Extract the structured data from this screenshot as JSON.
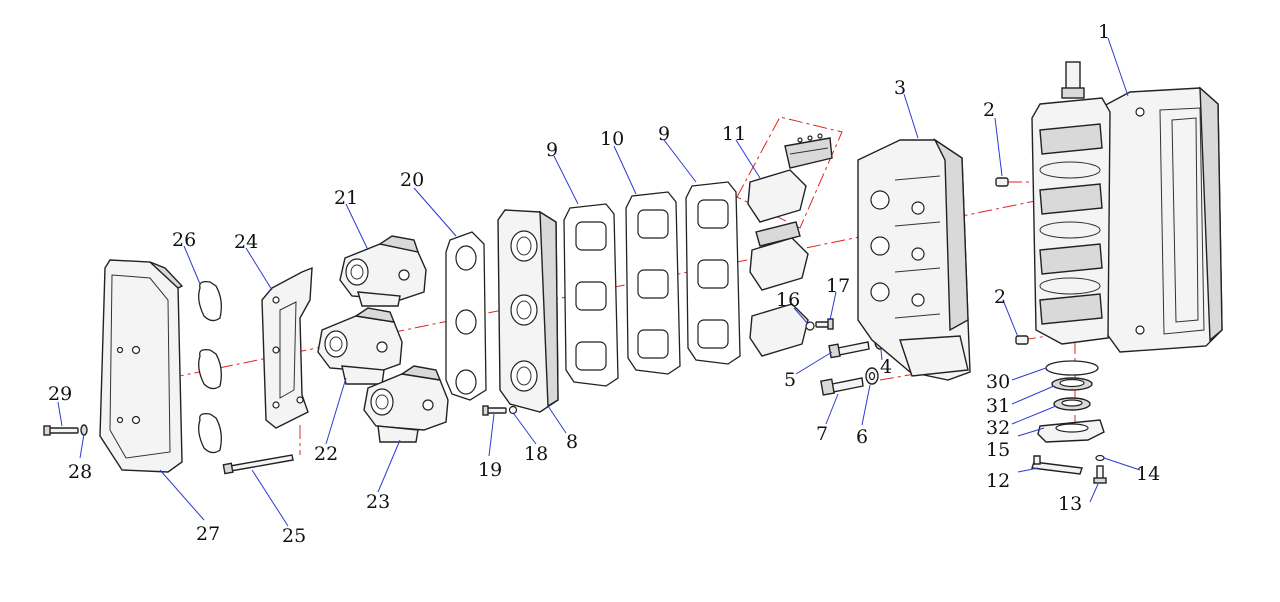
{
  "callouts": [
    {
      "id": "c1",
      "text": "1"
    },
    {
      "id": "c2a",
      "text": "2"
    },
    {
      "id": "c2b",
      "text": "2"
    },
    {
      "id": "c3",
      "text": "3"
    },
    {
      "id": "c4",
      "text": "4"
    },
    {
      "id": "c5",
      "text": "5"
    },
    {
      "id": "c6",
      "text": "6"
    },
    {
      "id": "c7",
      "text": "7"
    },
    {
      "id": "c8",
      "text": "8"
    },
    {
      "id": "c9a",
      "text": "9"
    },
    {
      "id": "c9b",
      "text": "9"
    },
    {
      "id": "c10",
      "text": "10"
    },
    {
      "id": "c11",
      "text": "11"
    },
    {
      "id": "c12",
      "text": "12"
    },
    {
      "id": "c13",
      "text": "13"
    },
    {
      "id": "c14",
      "text": "14"
    },
    {
      "id": "c15",
      "text": "15"
    },
    {
      "id": "c16",
      "text": "16"
    },
    {
      "id": "c17",
      "text": "17"
    },
    {
      "id": "c18",
      "text": "18"
    },
    {
      "id": "c19",
      "text": "19"
    },
    {
      "id": "c20",
      "text": "20"
    },
    {
      "id": "c21",
      "text": "21"
    },
    {
      "id": "c22",
      "text": "22"
    },
    {
      "id": "c23",
      "text": "23"
    },
    {
      "id": "c24",
      "text": "24"
    },
    {
      "id": "c25",
      "text": "25"
    },
    {
      "id": "c26",
      "text": "26"
    },
    {
      "id": "c27",
      "text": "27"
    },
    {
      "id": "c28",
      "text": "28"
    },
    {
      "id": "c29",
      "text": "29"
    },
    {
      "id": "c30",
      "text": "30"
    },
    {
      "id": "c31",
      "text": "31"
    },
    {
      "id": "c32",
      "text": "32"
    }
  ],
  "colors": {
    "axis_line": "#e02424",
    "leader_line": "#2b3bd6",
    "outline": "#222222",
    "background": "#ffffff"
  }
}
